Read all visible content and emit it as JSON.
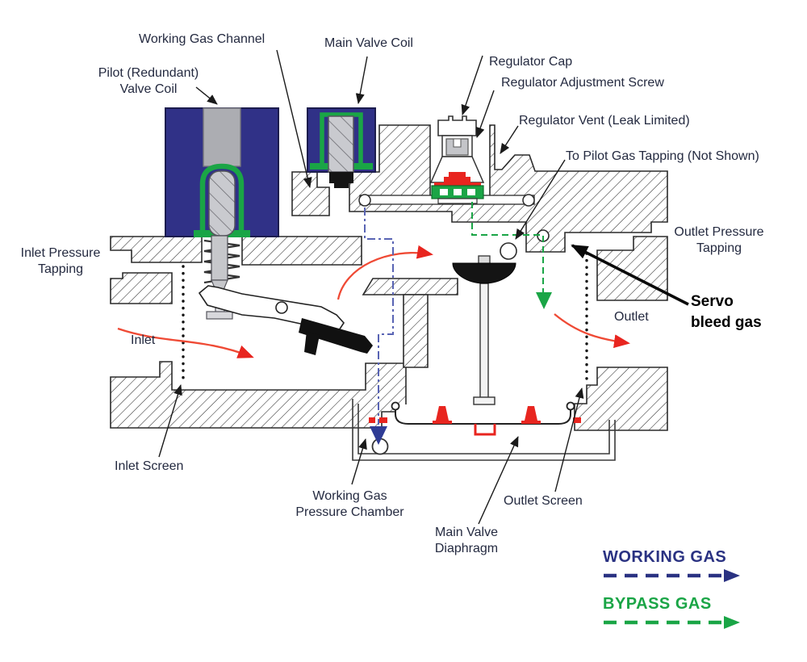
{
  "diagram": {
    "description": "Cross-section schematic of a servo-regulated gas valve",
    "labels": {
      "working_gas_channel": "Working Gas Channel",
      "main_valve_coil": "Main Valve Coil",
      "pilot_valve_coil_line1": "Pilot (Redundant)",
      "pilot_valve_coil_line2": "Valve Coil",
      "regulator_cap": "Regulator Cap",
      "regulator_adjustment_screw": "Regulator Adjustment Screw",
      "regulator_vent": "Regulator Vent (Leak Limited)",
      "to_pilot_gas_tapping": "To Pilot Gas Tapping (Not Shown)",
      "outlet_pressure_tapping_line1": "Outlet Pressure",
      "outlet_pressure_tapping_line2": "Tapping",
      "servo_bleed_gas_line1": "Servo",
      "servo_bleed_gas_line2": "bleed gas",
      "outlet": "Outlet",
      "inlet": "Inlet",
      "inlet_pressure_tapping_line1": "Inlet Pressure",
      "inlet_pressure_tapping_line2": "Tapping",
      "inlet_screen": "Inlet Screen",
      "working_gas_pressure_chamber_line1": "Working Gas",
      "working_gas_pressure_chamber_line2": "Pressure Chamber",
      "main_valve_diaphragm_line1": "Main Valve",
      "main_valve_diaphragm_line2": "Diaphragm",
      "outlet_screen": "Outlet Screen"
    },
    "legend": {
      "working_gas": "WORKING GAS",
      "bypass_gas": "BYPASS GAS"
    },
    "colors": {
      "coil_blue": "#303187",
      "valve_green": "#1AA546",
      "accent_red": "#E8251F",
      "flow_arrow_red": "#EF4A35",
      "working_gas_blue": "#2A3282",
      "working_gas_line_blue": "#5964B4",
      "bypass_gas_green": "#1AA546",
      "label_color": "#242A40"
    }
  }
}
